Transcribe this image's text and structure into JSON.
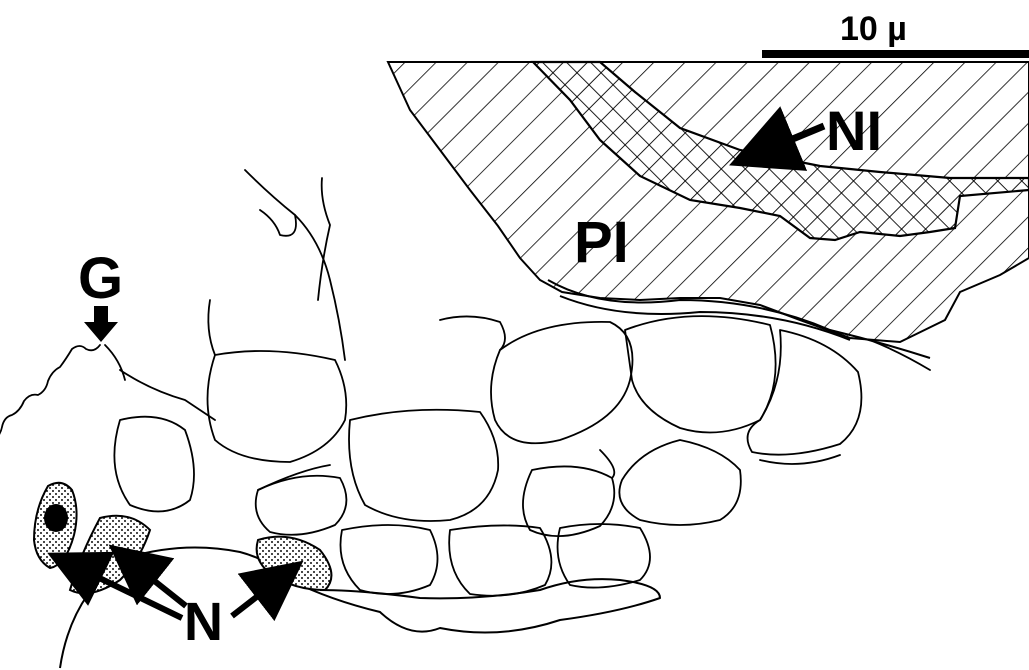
{
  "figure": {
    "scale_bar": {
      "label": "10 µ"
    },
    "labels": {
      "NI": "NI",
      "PI": "PI",
      "G": "G",
      "N": "N"
    }
  }
}
